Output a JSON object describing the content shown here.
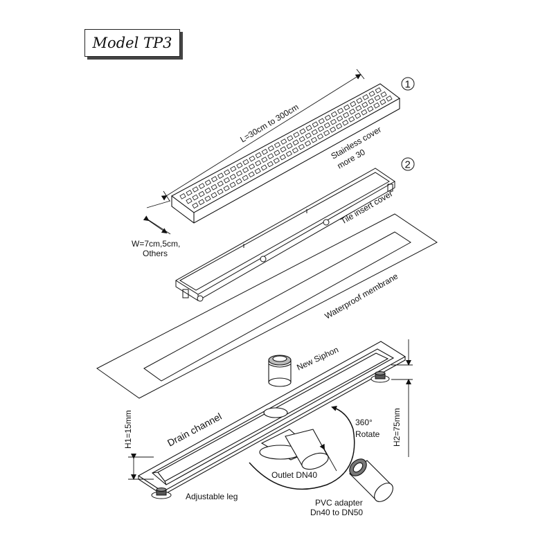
{
  "title": "Model TP3",
  "parts": {
    "item1_number": "1",
    "item2_number": "2",
    "length": "L=30cm to 300cm",
    "width_line1": "W=7cm,5cm,",
    "width_line2": "Others",
    "stainless_line1": "Stainless cover",
    "stainless_line2": "more 30",
    "tile_insert": "Tile insert cover",
    "membrane": "Waterproof membrane",
    "siphon": "New Siphon",
    "drain_channel": "Drain channel",
    "rotate_line1": "360°",
    "rotate_line2": "Rotate",
    "h1": "H1=15mm",
    "h2": "H2=75mm",
    "outlet": "Outlet  DN40",
    "adj_leg": "Adjustable leg",
    "pvc_line1": "PVC adapter",
    "pvc_line2": "Dn40 to DN50"
  }
}
